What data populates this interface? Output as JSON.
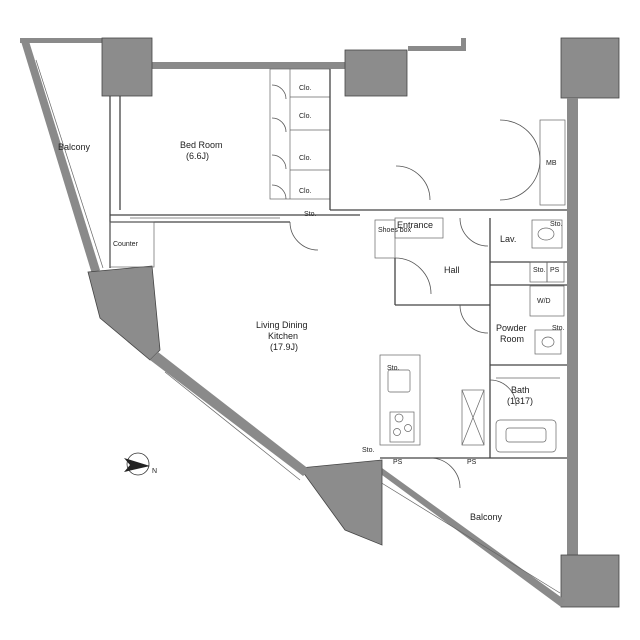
{
  "rooms": {
    "balcony_top": "Balcony",
    "bedroom": "Bed Room",
    "bedroom_size": "(6.6J)",
    "entrance": "Entrance",
    "lav": "Lav.",
    "mb": "MB",
    "hall": "Hall",
    "counter": "Counter",
    "ldk": "Living Dining",
    "ldk2": "Kitchen",
    "ldk_size": "(17.9J)",
    "powder": "Powder",
    "powder2": "Room",
    "bath": "Bath",
    "bath_size": "(1317)",
    "wd": "W/D",
    "balcony_bottom": "Balcony"
  },
  "storage": {
    "clo1": "Clo.",
    "clo2": "Clo.",
    "clo3": "Clo.",
    "clo4": "Clo.",
    "sto_bed": "Sto.",
    "shoes": "Shoes box",
    "sto_lav": "Sto.",
    "sto_hall": "Sto.",
    "sto_powder": "Sto.",
    "sto_kitchen": "Sto.",
    "sto_bottom": "Sto."
  },
  "ps": {
    "ps_right": "PS",
    "ps_bottom1": "PS",
    "ps_bottom2": "PS"
  },
  "compass": {
    "label": "N",
    "icon": "north-arrow-icon"
  },
  "colors": {
    "wall": "#8a8a8a",
    "line": "#444444",
    "background": "#ffffff"
  }
}
